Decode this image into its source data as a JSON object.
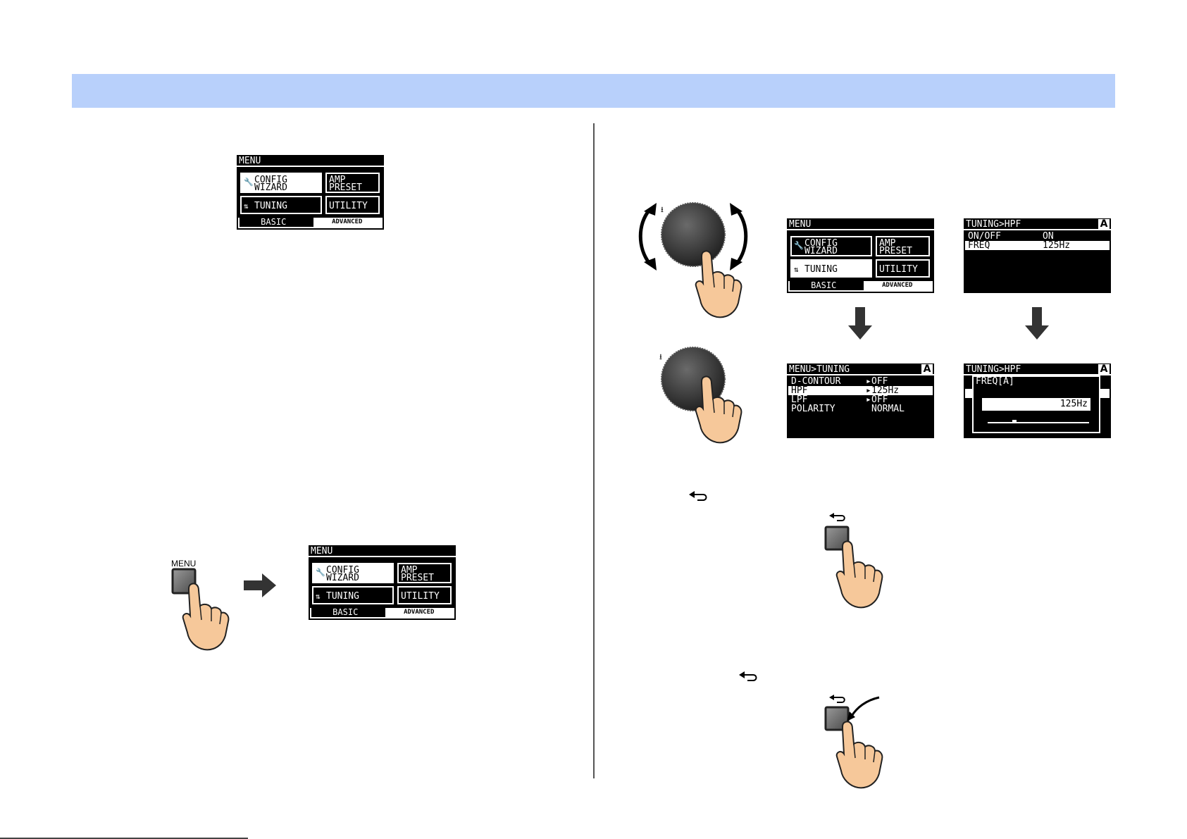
{
  "menu_screen": {
    "title": "MENU",
    "config_line1": "CONFIG",
    "config_line2": "WIZARD",
    "amp_line1": "AMP",
    "amp_line2": "PRESET",
    "tuning": "TUNING",
    "utility": "UTILITY",
    "tab_basic": "BASIC",
    "tab_advanced": "ADVANCED",
    "wrench_icon": "wrench-icon",
    "tuning_icon": "sliders-icon"
  },
  "tuning_screen": {
    "title": "MENU>TUNING",
    "badge": "A",
    "rows": [
      {
        "label": "D-CONTOUR",
        "value": "OFF",
        "arrow": "▸"
      },
      {
        "label": "HPF",
        "value": "125Hz",
        "arrow": "▸"
      },
      {
        "label": "LPF",
        "value": "OFF",
        "arrow": "▸"
      },
      {
        "label": "POLARITY",
        "value": "NORMAL",
        "arrow": ""
      }
    ]
  },
  "hpf_screen": {
    "title": "TUNING>HPF",
    "badge": "A",
    "rows": [
      {
        "label": "ON/OFF",
        "value": "ON"
      },
      {
        "label": "FREQ",
        "value": "125Hz"
      }
    ]
  },
  "hpf_edit_screen": {
    "title": "TUNING>HPF",
    "badge": "A",
    "popup_title": "FREQ[A]",
    "popup_value": "125Hz",
    "slider_level": 0.25
  },
  "menu_button_label": "MENU",
  "colors": {
    "banner": "#b8d0fb",
    "hand": "#f6c89a",
    "knob": "#3a3a3a"
  }
}
